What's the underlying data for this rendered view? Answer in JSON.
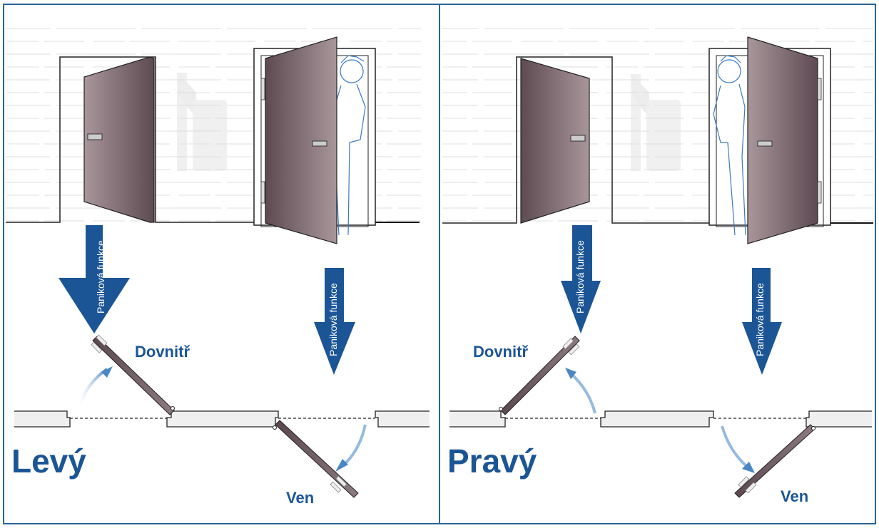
{
  "panels": [
    {
      "id": "left",
      "title": "Levý",
      "inward_label": "Dovnitř",
      "outward_label": "Ven",
      "inward_arrow_text": "Paniková funkce",
      "outward_arrow_text": "Paniková funkce"
    },
    {
      "id": "right",
      "title": "Pravý",
      "inward_label": "Dovnitř",
      "outward_label": "Ven",
      "inward_arrow_text": "Paniková funkce",
      "outward_arrow_text": "Paniková funkce"
    }
  ],
  "colors": {
    "accent_blue": "#1b5596",
    "border_blue": "#2a6496",
    "door_dark": "#5e4a52",
    "door_light": "#a8969b",
    "wall_fill": "#efefef",
    "sketch_blue": "#3b78c4"
  }
}
